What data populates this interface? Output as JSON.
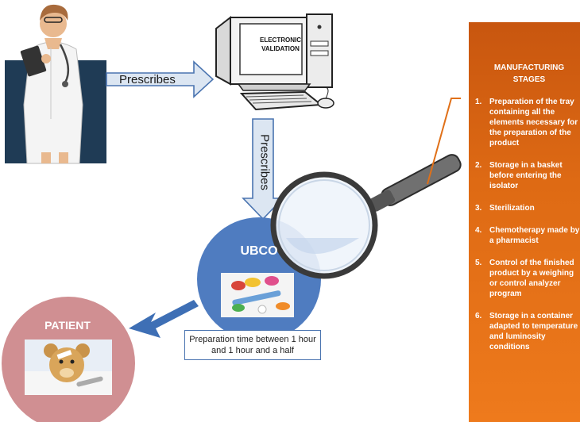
{
  "diagram": {
    "prescribes_horizontal": "Prescribes",
    "prescribes_vertical": "Prescribes",
    "computer_label": "ELECTRONIC VALIDATION",
    "ubco": {
      "title": "UBCO",
      "prep_time": "Preparation time between 1 hour and 1 hour and a half"
    },
    "patient": {
      "title": "PATIENT"
    },
    "manufacturing": {
      "title": "MANUFACTURING STAGES",
      "stages": [
        {
          "num": "1.",
          "text": "Preparation of the tray containing all the elements necessary for the preparation of the product"
        },
        {
          "num": "2.",
          "text": "Storage in a basket before entering the isolator"
        },
        {
          "num": "3.",
          "text": "Sterilization"
        },
        {
          "num": "4.",
          "text": "Chemotherapy made by a pharmacist"
        },
        {
          "num": "5.",
          "text": "Control of the finished product by a weighing or control analyzer program"
        },
        {
          "num": "6.",
          "text": "Storage in a container adapted to temperature and luminosity conditions"
        }
      ]
    },
    "colors": {
      "arrow_fill": "#dce6f2",
      "arrow_stroke": "#4a74b0",
      "ubco_circle": "#4f7cc0",
      "patient_circle": "#d08f92",
      "panel_orange": "#e06a14",
      "doctor_bg": "#1f3b55",
      "big_arrow": "#3e6fb5"
    },
    "icons": [
      "doctor-illustration",
      "computer-illustration",
      "magnifying-glass",
      "pills-photo",
      "teddy-bear-photo"
    ]
  }
}
